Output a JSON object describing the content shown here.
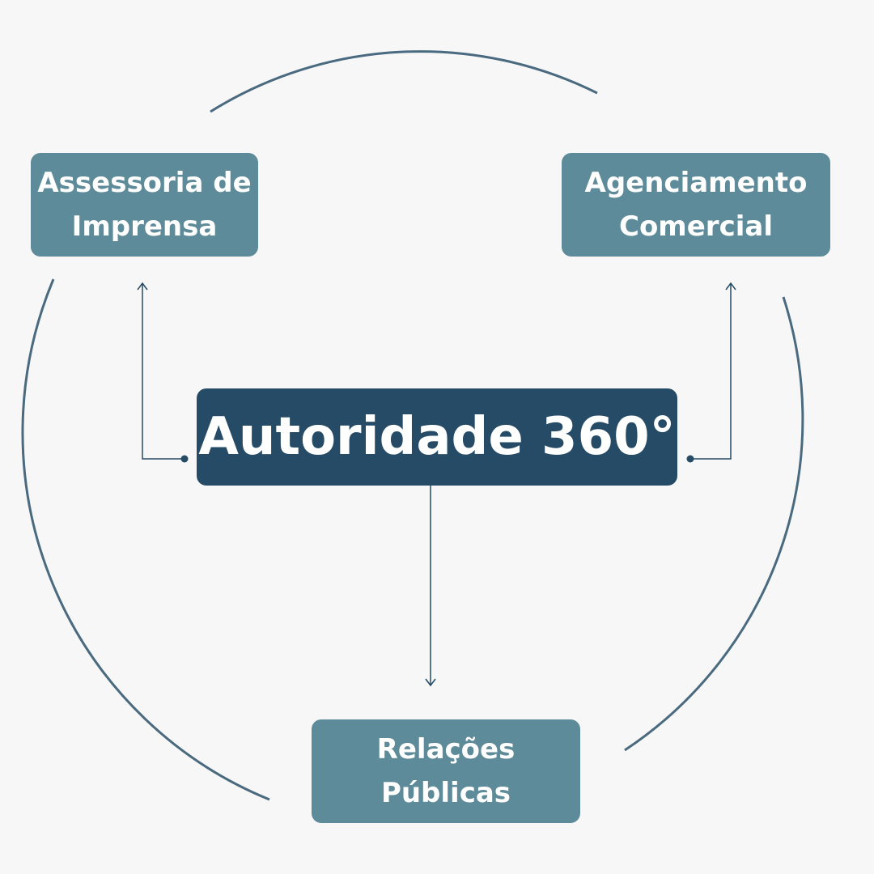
{
  "center": {
    "label": "Autoridade 360°"
  },
  "nodes": [
    {
      "label_line1": "Assessoria de",
      "label_line2": "Imprensa"
    },
    {
      "label_line1": "Agenciamento",
      "label_line2": "Comercial"
    },
    {
      "label_line1": "Relações",
      "label_line2": "Públicas"
    }
  ],
  "colors": {
    "background": "#f7f7f7",
    "center": "#254b66",
    "node": "#5e8b99",
    "line": "#4a6a80",
    "connector": "#254b66"
  }
}
